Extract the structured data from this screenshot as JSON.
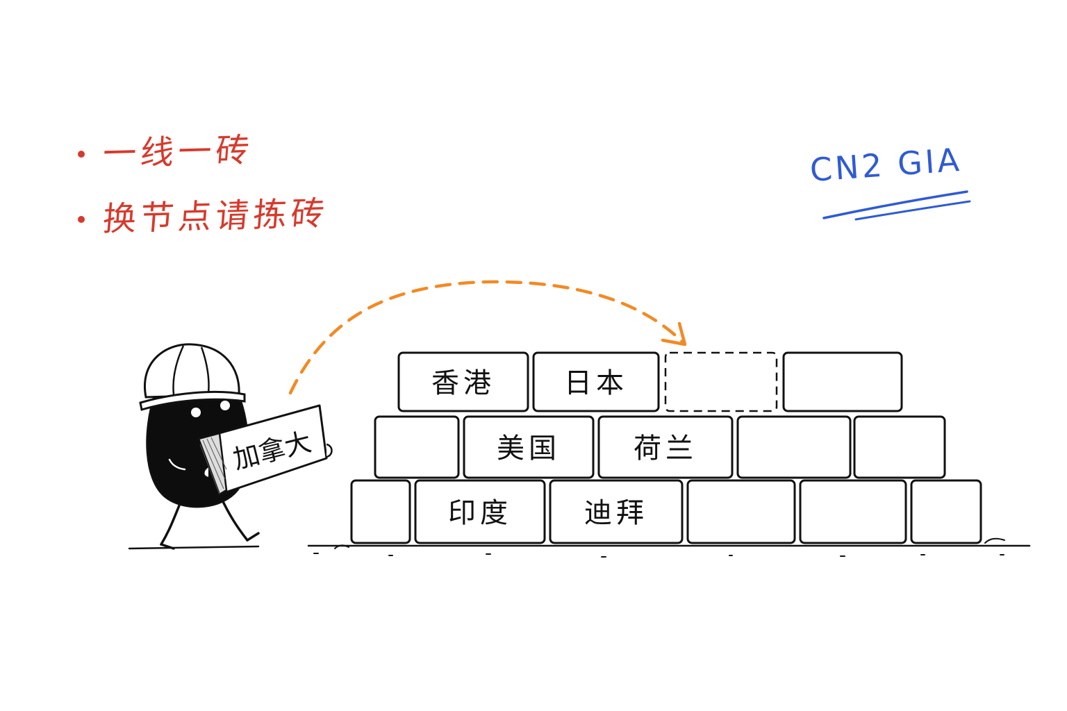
{
  "notes": {
    "items": [
      {
        "text": "一线一砖"
      },
      {
        "text": "换节点请拣砖"
      }
    ]
  },
  "tag": {
    "text": "CN2 GIA"
  },
  "carried_brick": {
    "label": "加拿大"
  },
  "wall": {
    "rows": [
      [
        "香港",
        "日本",
        "",
        ""
      ],
      [
        "",
        "美国",
        "荷兰",
        "",
        ""
      ],
      [
        "",
        "印度",
        "迪拜",
        "",
        "",
        ""
      ]
    ]
  },
  "colors": {
    "notes": "#d63a2c",
    "tag": "#2f5bd3",
    "arrow": "#f28a24",
    "ink": "#111111",
    "body": "#0d0d0d"
  },
  "icons": {
    "character": "hard-hat-worker-icon",
    "arrow": "dashed-curved-arrow-icon"
  }
}
